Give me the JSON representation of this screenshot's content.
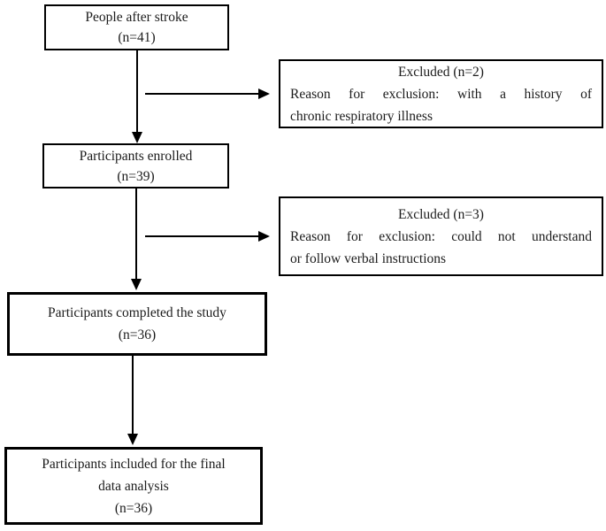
{
  "diagram": {
    "type": "participant-flowchart",
    "colors": {
      "line": "#000000",
      "text": "#1b1b1b",
      "background": "#ffffff"
    },
    "boxes": {
      "people_after_stroke": {
        "line1": "People after stroke",
        "line2": "(n=41)"
      },
      "excluded1": {
        "title": "Excluded (n=2)",
        "reason_line1": "Reason for exclusion: with a history of",
        "reason_line2": "chronic respiratory illness"
      },
      "enrolled": {
        "line1": "Participants enrolled",
        "line2": "(n=39)"
      },
      "excluded2": {
        "title": "Excluded (n=3)",
        "reason_line1": "Reason for exclusion: could not understand",
        "reason_line2": "or follow verbal instructions"
      },
      "completed": {
        "line1": "Participants completed the study",
        "line2": "(n=36)"
      },
      "final_analysis": {
        "line1": "Participants included for the final",
        "line2": "data analysis",
        "line3": "(n=36)"
      }
    }
  }
}
